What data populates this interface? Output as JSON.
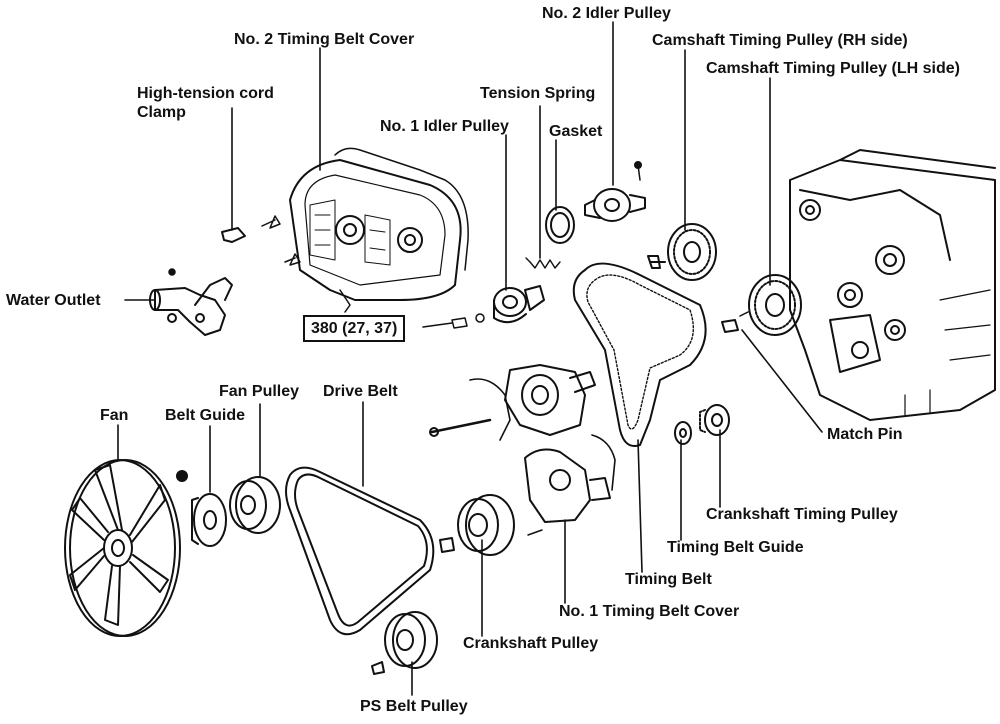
{
  "labels": {
    "no2_idler_pulley": "No. 2 Idler Pulley",
    "no2_timing_belt_cover": "No. 2 Timing Belt Cover",
    "camshaft_rh": "Camshaft Timing Pulley (RH side)",
    "camshaft_lh": "Camshaft Timing Pulley (LH side)",
    "high_tension_cord_clamp_line1": "High-tension cord",
    "high_tension_cord_clamp_line2": "Clamp",
    "tension_spring": "Tension Spring",
    "no1_idler_pulley": "No. 1 Idler Pulley",
    "gasket": "Gasket",
    "water_outlet": "Water Outlet",
    "torque_spec": "380 (27, 37)",
    "match_pin": "Match Pin",
    "fan_pulley": "Fan Pulley",
    "drive_belt": "Drive Belt",
    "fan": "Fan",
    "belt_guide": "Belt Guide",
    "crankshaft_timing_pulley": "Crankshaft Timing Pulley",
    "timing_belt_guide": "Timing Belt Guide",
    "timing_belt": "Timing Belt",
    "no1_timing_belt_cover": "No. 1 Timing Belt Cover",
    "crankshaft_pulley": "Crankshaft Pulley",
    "ps_belt_pulley": "PS Belt Pulley"
  },
  "colors": {
    "line": "#111111",
    "background": "#ffffff"
  }
}
